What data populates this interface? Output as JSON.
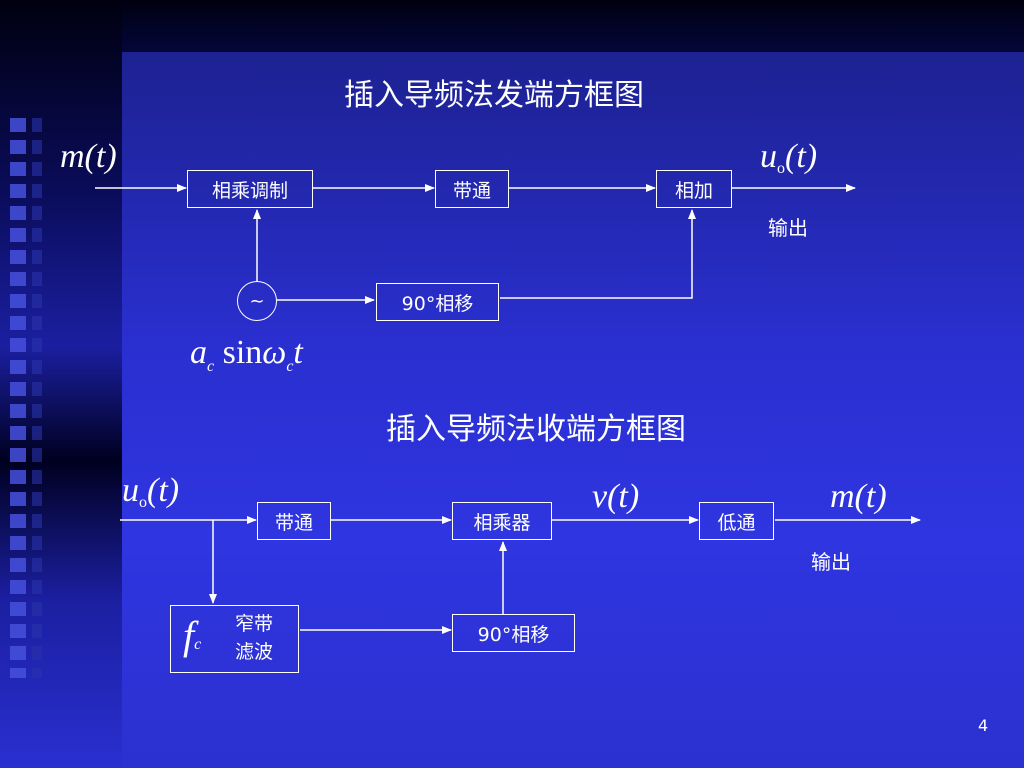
{
  "slide": {
    "page_number": "4",
    "colors": {
      "background": "#2a2fd0",
      "foreground": "#ffffff"
    }
  },
  "transmitter": {
    "title": "插入导频法发端方框图",
    "input_signal": "m(t)",
    "output_signal": "u",
    "output_signal_sub": "o",
    "output_signal_arg": "(t)",
    "output_label": "输出",
    "blocks": {
      "modulator": "相乘调制",
      "bandpass": "带通",
      "adder": "相加",
      "phase_shift": "90°相移"
    },
    "oscillator_symbol": "~",
    "carrier_a": "a",
    "carrier_a_sub": "c",
    "carrier_sin": "sin",
    "carrier_omega": "ω",
    "carrier_omega_sub": "c",
    "carrier_t": "t"
  },
  "receiver": {
    "title": "插入导频法收端方框图",
    "input_signal": "u",
    "input_signal_sub": "o",
    "input_signal_arg": "(t)",
    "mid_signal": "v(t)",
    "output_signal": "m(t)",
    "output_label": "输出",
    "blocks": {
      "bandpass": "带通",
      "multiplier": "相乘器",
      "lowpass": "低通",
      "phase_shift": "90°相移",
      "narrow_filter_line1": "窄带",
      "narrow_filter_line2": "滤波",
      "narrow_filter_symbol": "f",
      "narrow_filter_symbol_sub": "c"
    }
  }
}
